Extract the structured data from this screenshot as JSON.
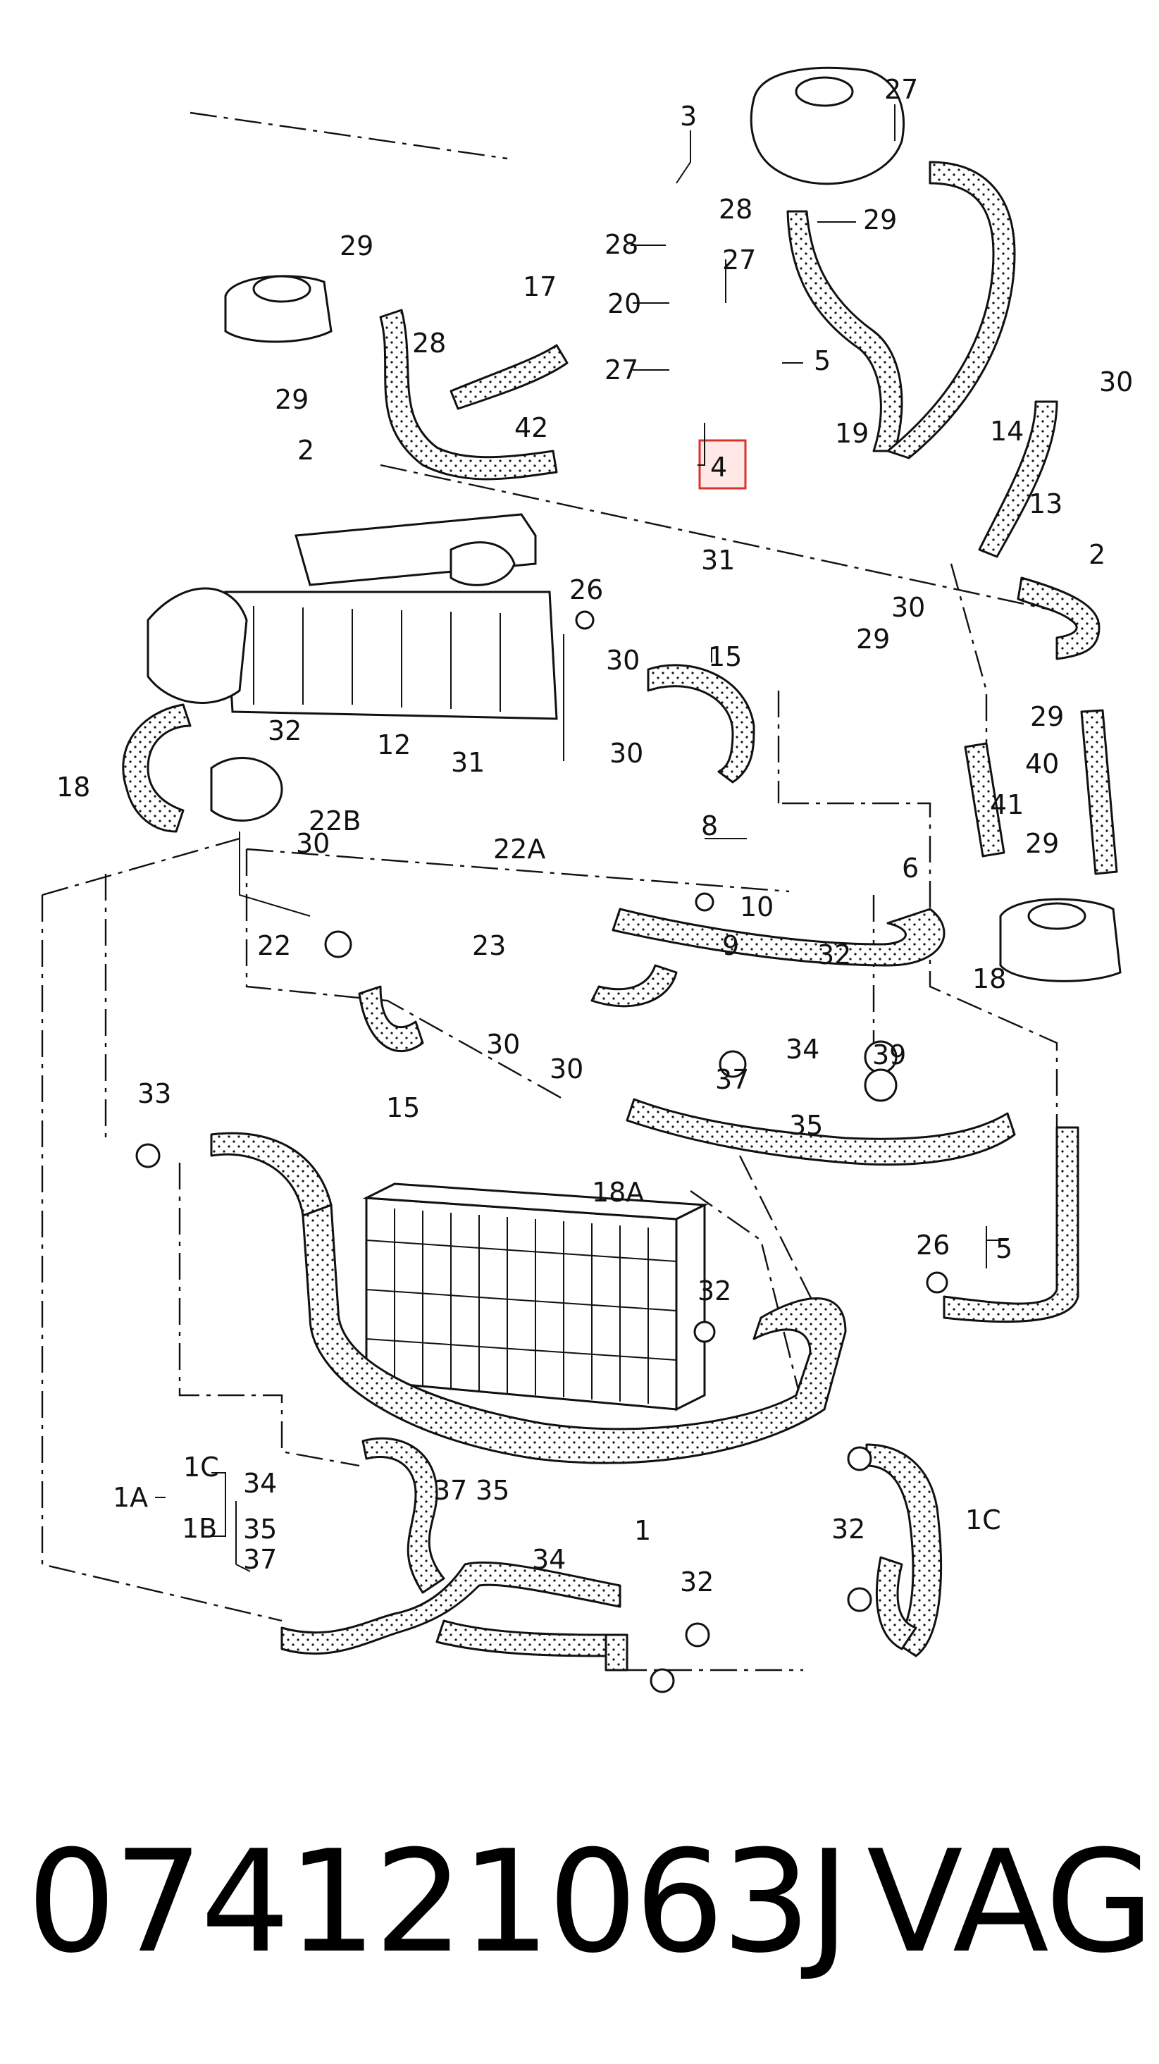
{
  "diagram": {
    "labels": [
      "3",
      "27",
      "28",
      "29",
      "28",
      "27",
      "20",
      "27",
      "5",
      "17",
      "29",
      "28",
      "29",
      "2",
      "42",
      "4",
      "19",
      "14",
      "30",
      "13",
      "31",
      "26",
      "29",
      "30",
      "2",
      "15",
      "32",
      "18",
      "12",
      "31",
      "30",
      "30",
      "8",
      "22B",
      "22A",
      "6",
      "10",
      "9",
      "22",
      "23",
      "32",
      "18",
      "29",
      "40",
      "41",
      "29",
      "30",
      "30",
      "15",
      "30",
      "33",
      "37",
      "34",
      "39",
      "35",
      "18A",
      "26",
      "5",
      "32",
      "1A",
      "1C",
      "1B",
      "34",
      "35",
      "37",
      "37",
      "35",
      "34",
      "1",
      "32",
      "1C",
      "32"
    ],
    "highlighted_label": "4",
    "highlight_color": "#d9342b"
  },
  "caption": {
    "part_number": "074121063J",
    "brand": "VAG"
  }
}
